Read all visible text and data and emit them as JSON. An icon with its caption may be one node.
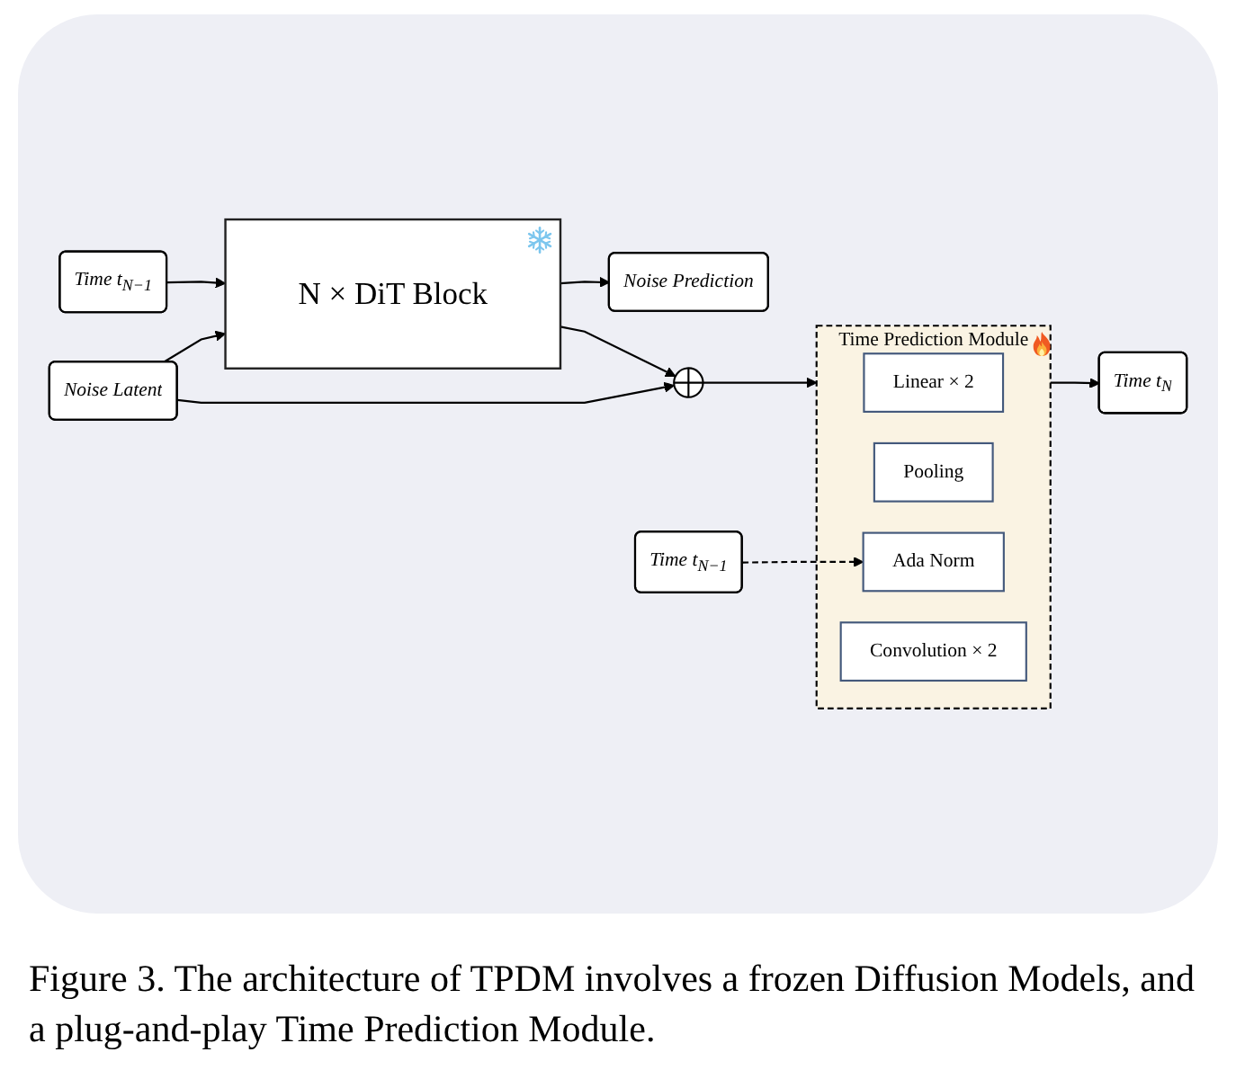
{
  "diagram": {
    "caption": "Figure 3. The architecture of TPDM involves a frozen Diffusion Models, and a plug-and-play Time Prediction Module.",
    "nodes": [
      {
        "text": [
          "Noise Prediction"
        ]
      },
      {
        "text": [
          "Time t$_{N}$"
        ]
      },
      {
        "text": [
          "N × DiT Block"
        ]
      },
      {
        "text": [],
        "shape": "circle"
      },
      {
        "text": [
          "Time Prediction Module"
        ]
      },
      {
        "text": [
          "Linear × 2"
        ],
        "in": 4
      },
      {
        "text": [
          "Pooling"
        ],
        "in": 4
      },
      {
        "text": [
          "Ada Norm"
        ],
        "in": 4
      },
      {
        "text": [
          "Convolution × 2"
        ],
        "in": 4
      },
      {
        "text": [
          "Time t$_{N−1}$"
        ]
      },
      {
        "text": [
          "Time t$_{N−1}$"
        ]
      },
      {
        "text": [
          "Noise Latent"
        ]
      }
    ],
    "edges": [
      {
        "from": 10,
        "to": 2,
        "arrow": "to"
      },
      {
        "from": 11,
        "to": 2,
        "arrow": "to"
      },
      {
        "from": 11,
        "to": 3,
        "arrow": "to"
      },
      {
        "from": 2,
        "to": 0,
        "arrow": "to"
      },
      {
        "from": 2,
        "to": 3,
        "arrow": "to"
      },
      {
        "from": 3,
        "to": 4,
        "arrow": "to"
      },
      {
        "from": 4,
        "to": 1,
        "arrow": "to"
      },
      {
        "from": 9,
        "to": 7,
        "arrow": "to",
        "style": "dashed"
      }
    ]
  }
}
